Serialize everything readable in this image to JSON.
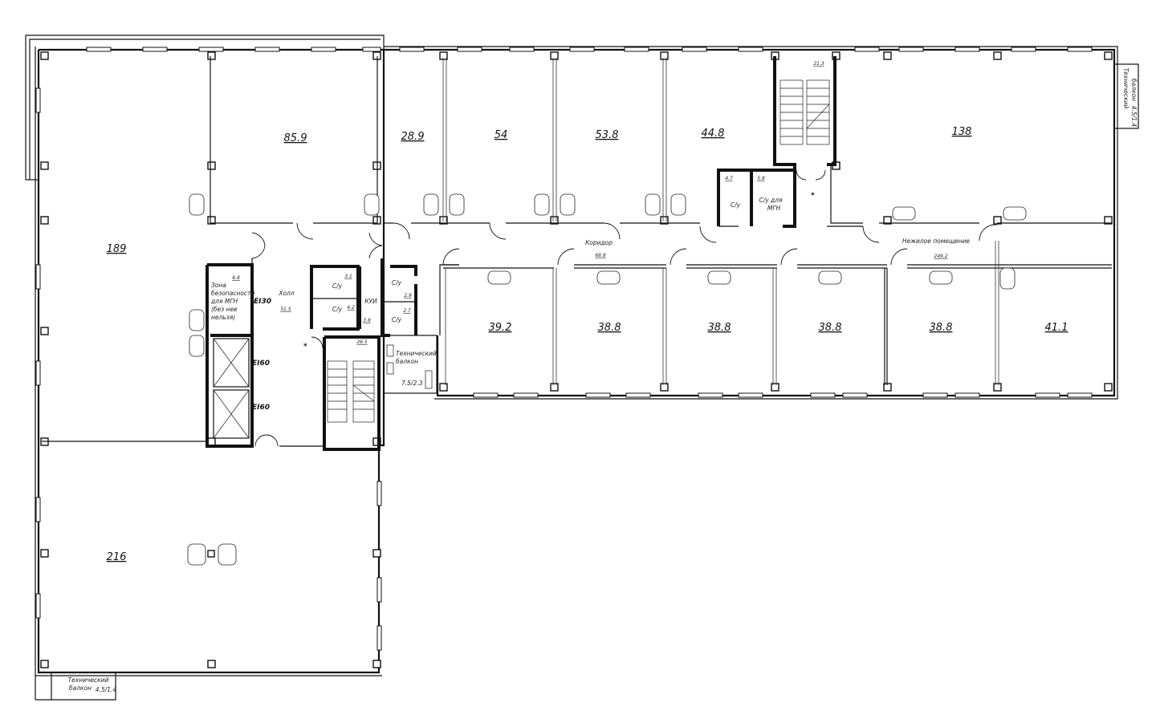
{
  "rooms": {
    "r85_9": "85.9",
    "r28_9": "28.9",
    "r54": "54",
    "r53_8": "53.8",
    "r44_8": "44.8",
    "r138": "138",
    "r189": "189",
    "r39_2": "39.2",
    "r38_8a": "38.8",
    "r38_8b": "38.8",
    "r38_8c": "38.8",
    "r38_8d": "38.8",
    "r41_1": "41.1",
    "r216": "216"
  },
  "labels": {
    "corridor": "Коридор",
    "corridor_area": "68.8",
    "nonres": "Нежилое помещение",
    "nonres_area": "249.2",
    "hall": "Холл",
    "hall_area": "51.5",
    "wc": "С/у",
    "wc_mgn_1": "С/у для",
    "wc_mgn_2": "МГН",
    "wc_area_1": "4.7",
    "wc_area_2": "5.8",
    "stair_area_top": "21.3",
    "stair_area_main": "26.5",
    "wc_a": "3.1",
    "wc_b": "4.2",
    "kui": "КУИ",
    "kui_area": "3.8",
    "wc_c": "2.9",
    "wc_d": "2.7",
    "safe_area": "6.8",
    "safe_1": "Зона",
    "safe_2": "безопасности",
    "safe_3": "для МГН",
    "safe_4": "(без нее",
    "safe_5": "нельзя)",
    "ei130": "EI30",
    "ei160_a": "EI60",
    "ei160_b": "EI60",
    "tb_1": "Технический",
    "tb_2": "балкон",
    "tb_mid_size": "7.5/2.3",
    "tb_right_1": "Технический",
    "tb_right_2": "балкон",
    "tb_right_size": "4.5/1.4",
    "tb_bottom_1": "Технический",
    "tb_bottom_2": "балкон",
    "tb_bottom_size": "4.5/1.4",
    "star": "*"
  }
}
